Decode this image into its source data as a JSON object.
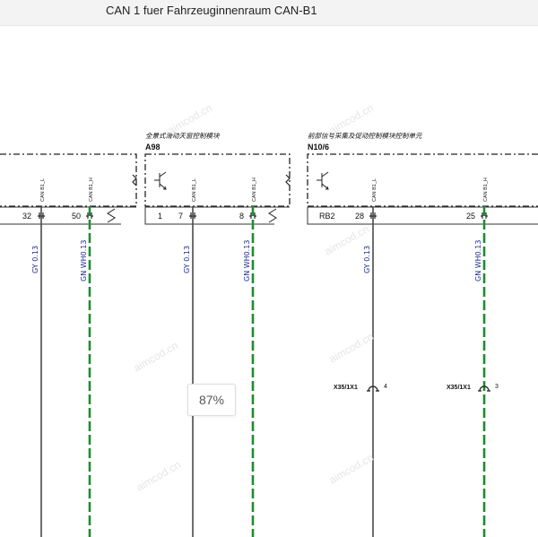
{
  "header": {
    "title": "CAN 1 fuer Fahrzeuginnenraum CAN-B1"
  },
  "viewer": {
    "zoom_label": "87%"
  },
  "colors": {
    "wire_gy": "#4a4a4a",
    "wire_gn": "#1f8c2e",
    "label_blue": "#1a2b8f"
  },
  "modules": [
    {
      "id": "left",
      "pins": [
        {
          "num": "32",
          "signal": "CAN B1_L"
        },
        {
          "num": "50",
          "signal": "CAN B1_H"
        }
      ]
    },
    {
      "id": "A98",
      "desc_cn": "全景式滑动天窗控制模块",
      "pins": [
        {
          "num": "1",
          "signal": ""
        },
        {
          "num": "7",
          "signal": "CAN B1_L"
        },
        {
          "num": "8",
          "signal": "CAN B1_H"
        }
      ]
    },
    {
      "id": "N10/6",
      "desc_cn": "前部信号采集及促动控制模块控制单元",
      "pins": [
        {
          "num": "RB2",
          "signal": ""
        },
        {
          "num": "28",
          "signal": "CAN B1_L"
        },
        {
          "num": "25",
          "signal": "CAN B1_H"
        }
      ]
    }
  ],
  "wires": [
    {
      "label": "GY 0.13"
    },
    {
      "label": "GN WH0.13"
    },
    {
      "label": "GY 0.13"
    },
    {
      "label": "GN WH0.13"
    },
    {
      "label": "GY 0.13"
    },
    {
      "label": "GN WH0.13"
    }
  ],
  "connectors": [
    {
      "name": "X35/1X1",
      "pin": "4"
    },
    {
      "name": "X35/1X1",
      "pin": "3"
    }
  ],
  "watermark": "aimcod.cn"
}
